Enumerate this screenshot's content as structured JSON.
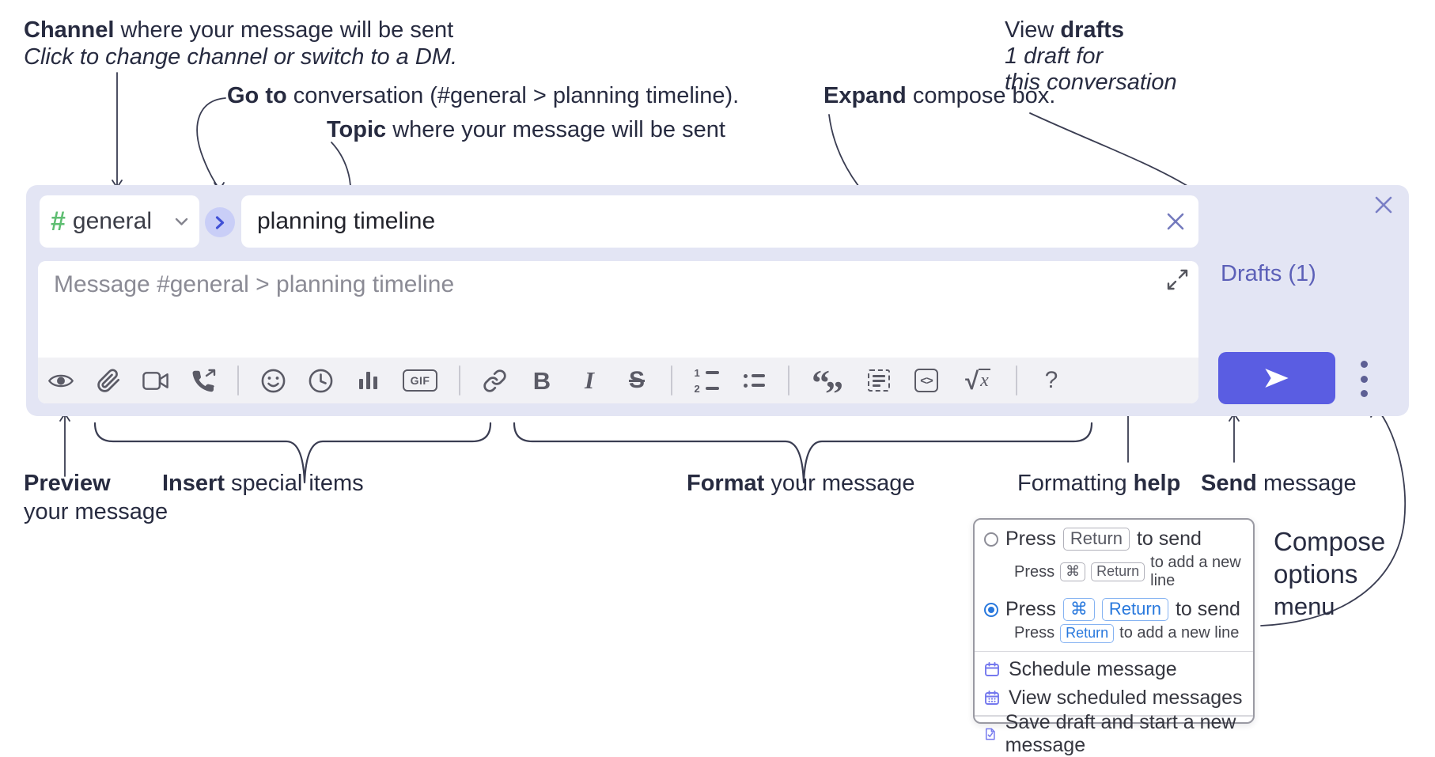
{
  "annotations": {
    "channel": [
      {
        "t": "Channel ",
        "b": true
      },
      {
        "t": "where your message will be sent"
      }
    ],
    "channel_sub": [
      {
        "t": "Click to change channel or switch to a DM.",
        "i": true
      }
    ],
    "goto": [
      {
        "t": "Go to ",
        "b": true
      },
      {
        "t": "conversation (#general > planning timeline)."
      }
    ],
    "topic": [
      {
        "t": "Topic ",
        "b": true
      },
      {
        "t": "where your message will be sent"
      }
    ],
    "expand": [
      {
        "t": "Expand ",
        "b": true
      },
      {
        "t": "compose box."
      }
    ],
    "view_drafts": [
      {
        "t": "View "
      },
      {
        "t": "drafts",
        "b": true
      }
    ],
    "view_drafts_l2": [
      {
        "t": "1 draft for",
        "i": true
      }
    ],
    "view_drafts_l3": [
      {
        "t": "this conversation",
        "i": true
      }
    ],
    "preview": [
      {
        "t": "Preview",
        "b": true
      }
    ],
    "preview_l2": [
      {
        "t": "your message"
      }
    ],
    "insert": [
      {
        "t": "Insert ",
        "b": true
      },
      {
        "t": "special items"
      }
    ],
    "format": [
      {
        "t": "Format ",
        "b": true
      },
      {
        "t": "your message"
      }
    ],
    "formatting_help": [
      {
        "t": "Formatting "
      },
      {
        "t": "help",
        "b": true
      }
    ],
    "send_message": [
      {
        "t": "Send ",
        "b": true
      },
      {
        "t": "message"
      }
    ],
    "compose_l1": [
      {
        "t": "Compose",
        "b": true
      }
    ],
    "compose_l2": [
      {
        "t": "options",
        "b": true
      }
    ],
    "compose_l3": [
      {
        "t": "menu"
      }
    ]
  },
  "compose": {
    "channel_hash": "#",
    "channel_name": "general",
    "topic_value": "planning timeline",
    "message_placeholder": "Message #general > planning timeline",
    "drafts_label": "Drafts (1)"
  },
  "toolbar": {
    "icon_names": [
      "preview",
      "attach-file",
      "video-call",
      "audio-call",
      "emoji",
      "global-time",
      "poll",
      "gif",
      "link",
      "bold",
      "italic",
      "strikethrough",
      "numbered-list",
      "bulleted-list",
      "quote",
      "spoiler",
      "code",
      "math",
      "help"
    ],
    "labels": {
      "gif": "GIF",
      "bold": "B",
      "italic": "I",
      "strike": "S",
      "help": "?",
      "num1": "1",
      "num2": "2",
      "quote_open": "“",
      "quote_close": "”",
      "code": "<>",
      "sqrt": "√",
      "math_x": "x"
    }
  },
  "menu": {
    "option1": {
      "press": "Press",
      "key": "Return",
      "suffix": "to send"
    },
    "option1_sub": {
      "press": "Press",
      "key1": "⌘",
      "key2": "Return",
      "suffix": "to add a new line"
    },
    "option2": {
      "press": "Press",
      "key1": "⌘",
      "key2": "Return",
      "suffix": "to send"
    },
    "option2_sub": {
      "press": "Press",
      "key": "Return",
      "suffix": "to add a new line"
    },
    "items": [
      "Schedule message",
      "View scheduled messages",
      "Save draft and start a new message"
    ]
  },
  "colors": {
    "panel_bg": "#e3e5f4",
    "accent_indigo": "#5a5de2",
    "hash_green": "#5fbe72",
    "drafts_link": "#5c60b8",
    "kbd_blue": "#2878dd",
    "icon_gray": "#5b5b66",
    "ink": "#272b40"
  }
}
